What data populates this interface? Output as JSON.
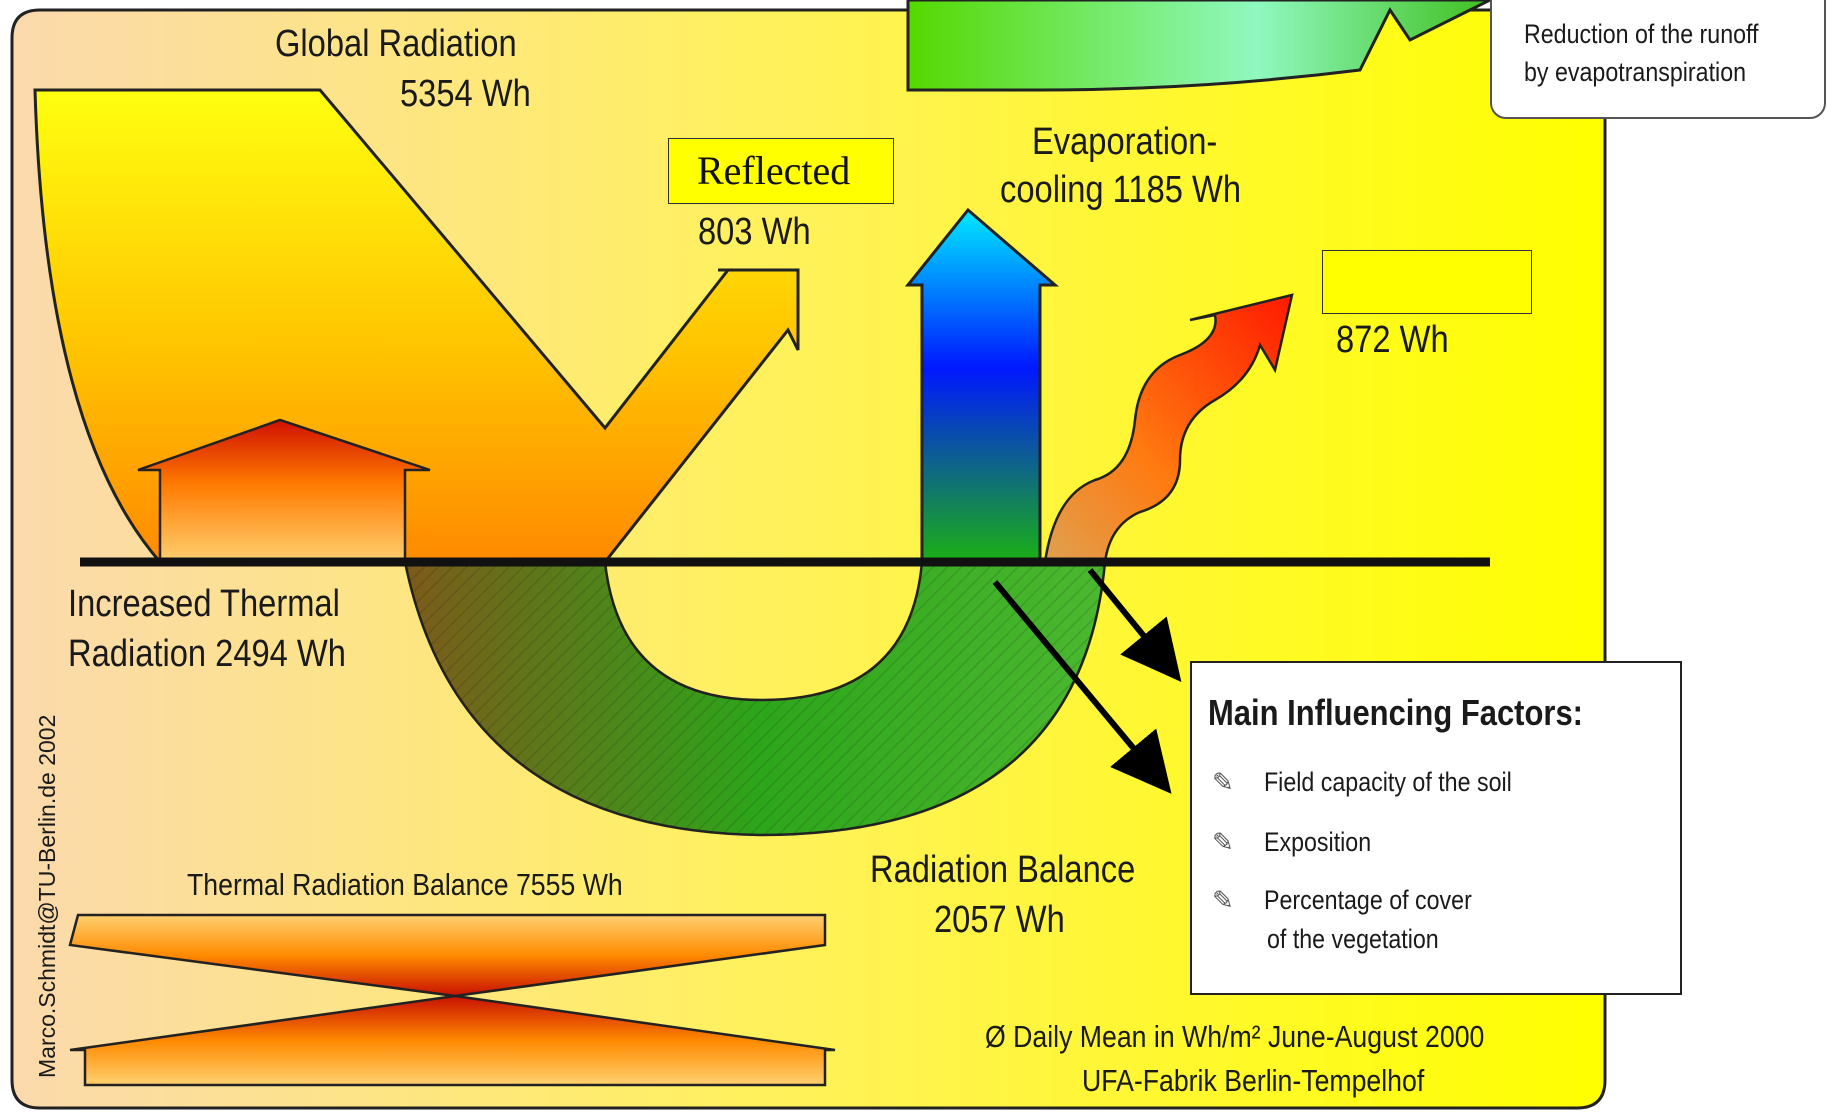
{
  "labels": {
    "global_radiation": "Global Radiation",
    "global_radiation_value": "5354 Wh",
    "reflected": "Reflected",
    "reflected_value": "803 Wh",
    "evap_line1": "Evaporation-",
    "evap_line2": "cooling 1185 Wh",
    "heat_value": "872 Wh",
    "thermal_line1": "Increased Thermal",
    "thermal_line2": "Radiation 2494 Wh",
    "thermal_balance": "Thermal Radiation Balance 7555 Wh",
    "radiation_balance_line1": "Radiation Balance",
    "radiation_balance_line2": "2057 Wh",
    "daily_mean": "Ø Daily Mean in Wh/m² June-August 2000",
    "location": "UFA-Fabrik Berlin-Tempelhof",
    "credit": "Marco.Schmidt@TU-Berlin.de   2002",
    "runoff_line1": "Reduction of the runoff",
    "runoff_line2": "by evapotranspiration"
  },
  "factors": {
    "title": "Main Influencing Factors:",
    "items": [
      "Field capacity of the soil",
      "Exposition",
      "Percentage of cover",
      "of the vegetation"
    ]
  },
  "colors": {
    "background_yellow": "#ffff00",
    "background_peach": "#fbd9ad",
    "soil_green": "#2a9e1a",
    "evap_blue": "#0033ff",
    "heat_red": "#ff2a00"
  }
}
